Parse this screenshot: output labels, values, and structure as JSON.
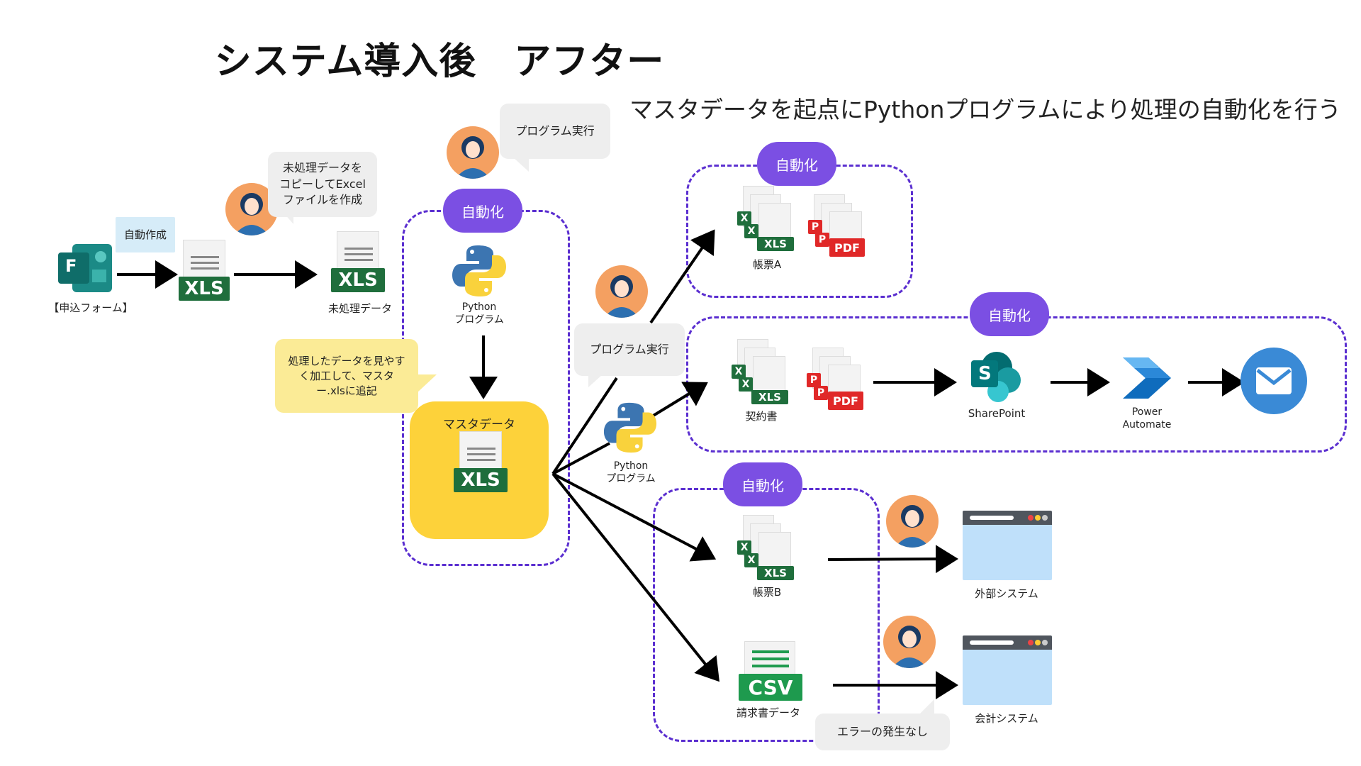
{
  "title": "システム導入後　アフター",
  "subtitle": "マスタデータを起点にPythonプログラムにより処理の自動化を行う",
  "labels": {
    "auto_create": "自動作成",
    "form": "【申込フォーム】",
    "unprocessed": "未処理データ",
    "python": "Python",
    "program": "プログラム",
    "master": "マスタデータ",
    "ledger_a": "帳票A",
    "contract": "契約書",
    "sharepoint": "SharePoint",
    "power_automate_1": "Power",
    "power_automate_2": "Automate",
    "ledger_b": "帳票B",
    "invoice": "請求書データ",
    "external_system": "外部システム",
    "accounting_system": "会計システム",
    "xls": "XLS",
    "pdf": "PDF",
    "csv": "CSV",
    "x": "X",
    "p": "P",
    "f": "F",
    "s": "S"
  },
  "bubbles": {
    "copy_excel": [
      "未処理データを",
      "コピーしてExcel",
      "ファイルを作成"
    ],
    "run_program_top": "プログラム実行",
    "run_program_mid": "プログラム実行",
    "process_note": [
      "処理したデータを見やす",
      "く加工して、マスタ",
      "ー.xlsに追記"
    ],
    "no_error": "エラーの発生なし"
  },
  "tags": {
    "auto1": "自動化",
    "auto2": "自動化",
    "auto3": "自動化",
    "auto4": "自動化"
  },
  "colors": {
    "accent_purple": "#7b4fe3",
    "dash_purple": "#5b2fd0",
    "excel_green": "#1f6e3c",
    "pdf_red": "#e02828",
    "master_yellow": "#fdd23a",
    "avatar_orange": "#f4a061"
  }
}
